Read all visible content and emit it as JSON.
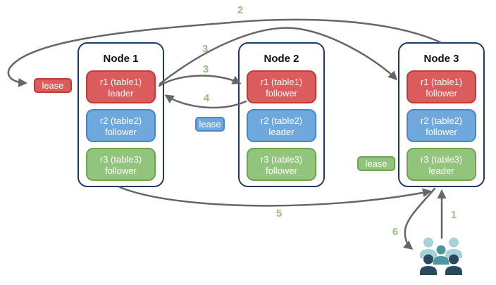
{
  "diagram": {
    "nodes": [
      {
        "title": "Node 1",
        "replicas": [
          {
            "name": "r1 (table1)",
            "role": "leader",
            "color": "red"
          },
          {
            "name": "r2 (table2)",
            "role": "follower",
            "color": "blue"
          },
          {
            "name": "r3 (table3)",
            "role": "follower",
            "color": "green"
          }
        ]
      },
      {
        "title": "Node 2",
        "replicas": [
          {
            "name": "r1 (table1)",
            "role": "follower",
            "color": "red"
          },
          {
            "name": "r2 (table2)",
            "role": "leader",
            "color": "blue"
          },
          {
            "name": "r3 (table3)",
            "role": "follower",
            "color": "green"
          }
        ]
      },
      {
        "title": "Node 3",
        "replicas": [
          {
            "name": "r1 (table1)",
            "role": "follower",
            "color": "red"
          },
          {
            "name": "r2 (table2)",
            "role": "follower",
            "color": "blue"
          },
          {
            "name": "r3 (table3)",
            "role": "leader",
            "color": "green"
          }
        ]
      }
    ],
    "leases": [
      {
        "label": "lease",
        "color": "#DB5C5C"
      },
      {
        "label": "lease",
        "color": "#6FA8DC"
      },
      {
        "label": "lease",
        "color": "#93C47D"
      }
    ],
    "steps": {
      "s1": "1",
      "s2": "2",
      "s3a": "3",
      "s3b": "3",
      "s4": "4",
      "s5": "5",
      "s6": "6"
    },
    "colors": {
      "red_fill": "#DB5C5C",
      "red_border": "#C13B35",
      "blue_fill": "#6FA8DC",
      "blue_border": "#4A86C8",
      "green_fill": "#93C47D",
      "green_border": "#6AA84F",
      "node_border": "#1F3864",
      "arrow": "#666666",
      "step_label": "#93C47D",
      "users_light": "#A7D3D6",
      "users_medium": "#4E96A0",
      "users_dark": "#294A5C"
    }
  }
}
